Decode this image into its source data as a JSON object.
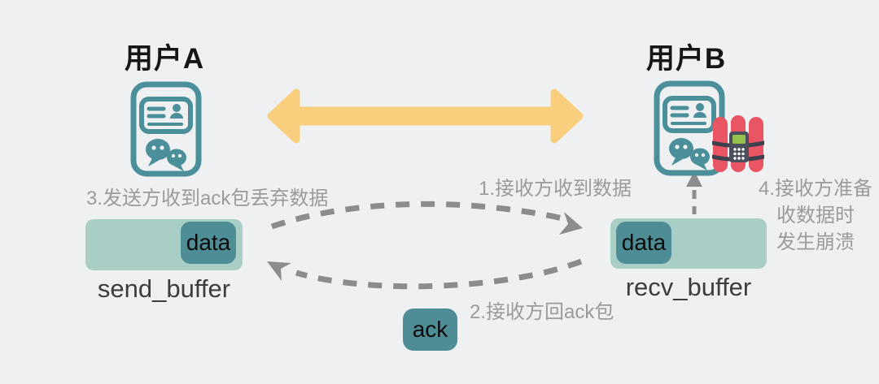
{
  "users": {
    "a": {
      "label": "用户A"
    },
    "b": {
      "label": "用户B"
    }
  },
  "buffers": {
    "send": {
      "label": "send_buffer",
      "packet_label": "data"
    },
    "recv": {
      "label": "recv_buffer",
      "packet_label": "data"
    }
  },
  "ack": {
    "label": "ack"
  },
  "annotations": {
    "step1": "1.接收方收到数据",
    "step2": "2.接收方回ack包",
    "step3": "3.发送方收到ack包丢弃数据",
    "step4": "4.接收方准备\n收数据时\n发生崩溃"
  },
  "icons": {
    "user_a": "wechat-profile-icon",
    "user_b": "wechat-profile-icon",
    "crash": "dynamite-icon",
    "link": "yellow-double-arrow",
    "data_transfer": "dashed-curved-arrow-right",
    "ack_return": "dashed-curved-arrow-left",
    "deliver_up": "dashed-arrow-up"
  },
  "colors": {
    "background": "#eff0f2",
    "teal_icon": "#4a8f9a",
    "buffer_fill": "#a8cec5",
    "packet_fill": "#4e8d96",
    "link_yellow": "#f9cf7d",
    "annotation_gray": "#9b9b9b",
    "label_dark": "#3d3d3d",
    "dashed_arrow_gray": "#8c8c8c",
    "dynamite_red": "#e95563",
    "detonator_body": "#4a4f5b",
    "detonator_screen": "#95c24e"
  }
}
